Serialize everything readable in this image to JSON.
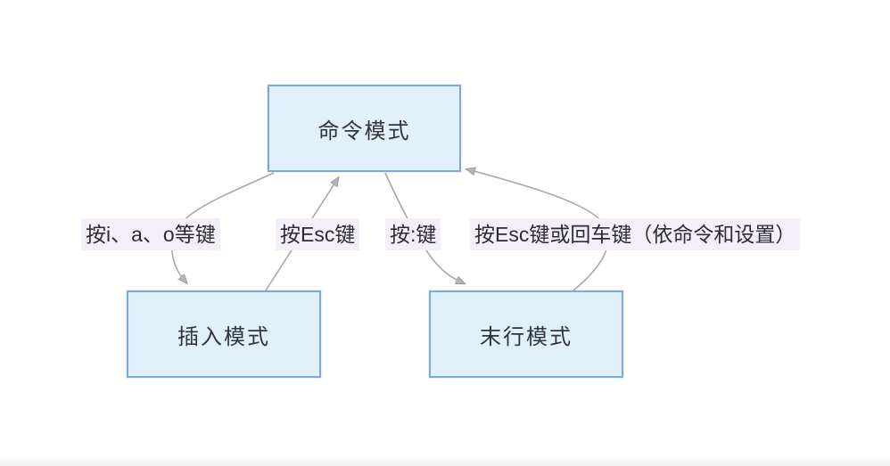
{
  "diagram": {
    "type": "flowchart",
    "topic": "vim-mode-switching",
    "nodes": [
      {
        "id": "command",
        "label": "命令模式"
      },
      {
        "id": "insert",
        "label": "插入模式"
      },
      {
        "id": "lastline",
        "label": "末行模式"
      }
    ],
    "edges": [
      {
        "from": "command",
        "to": "insert",
        "label": "按i、a、o等键"
      },
      {
        "from": "insert",
        "to": "command",
        "label": "按Esc键"
      },
      {
        "from": "command",
        "to": "lastline",
        "label": "按:键"
      },
      {
        "from": "lastline",
        "to": "command",
        "label": "按Esc键或回车键（依命令和设置）"
      }
    ],
    "colors": {
      "node_fill": "#e0f1fb",
      "node_border": "#7ea9da",
      "node_text": "#33343a",
      "edge_label_bg": "#f3eef7",
      "edge_label_text": "#2c2c34",
      "arrow_line": "#a8a8a8",
      "arrow_head": "#b5b5b5",
      "background": "#ffffff"
    }
  }
}
